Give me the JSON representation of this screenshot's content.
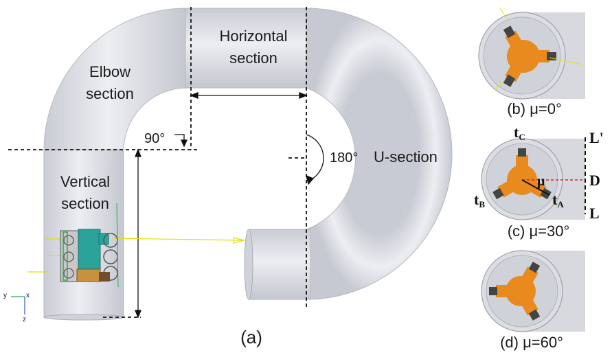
{
  "labels": {
    "horizontal_line1": "Horizontal",
    "horizontal_line2": "section",
    "elbow_line1": "Elbow",
    "elbow_line2": "section",
    "vertical_line1": "Vertical",
    "vertical_line2": "section",
    "angle_90": "90°",
    "angle_180": "180°",
    "u_section": "U-section",
    "caption_a": "(a)"
  },
  "panels": {
    "b_caption": "(b) μ=0°",
    "c_caption": "(c) μ=30°",
    "d_caption": "(d) μ=60°"
  },
  "panel_c_labels": {
    "tc_main": "t",
    "tc_sub": "C",
    "tb_main": "t",
    "tb_sub": "B",
    "ta_main": "t",
    "ta_sub": "A",
    "mu": "μ",
    "L_prime": "L'",
    "D": "D",
    "L": "L"
  },
  "axes": {
    "y": "y",
    "x": "x",
    "z": "z"
  },
  "colors": {
    "pipe": "#d9dbe2",
    "pipe_edge": "#9ea1aa",
    "robot_body": "#e88a1e",
    "sensor_green": "#2ea84a",
    "guide_yellow": "#e6e600",
    "dashed_red": "#e02020"
  }
}
